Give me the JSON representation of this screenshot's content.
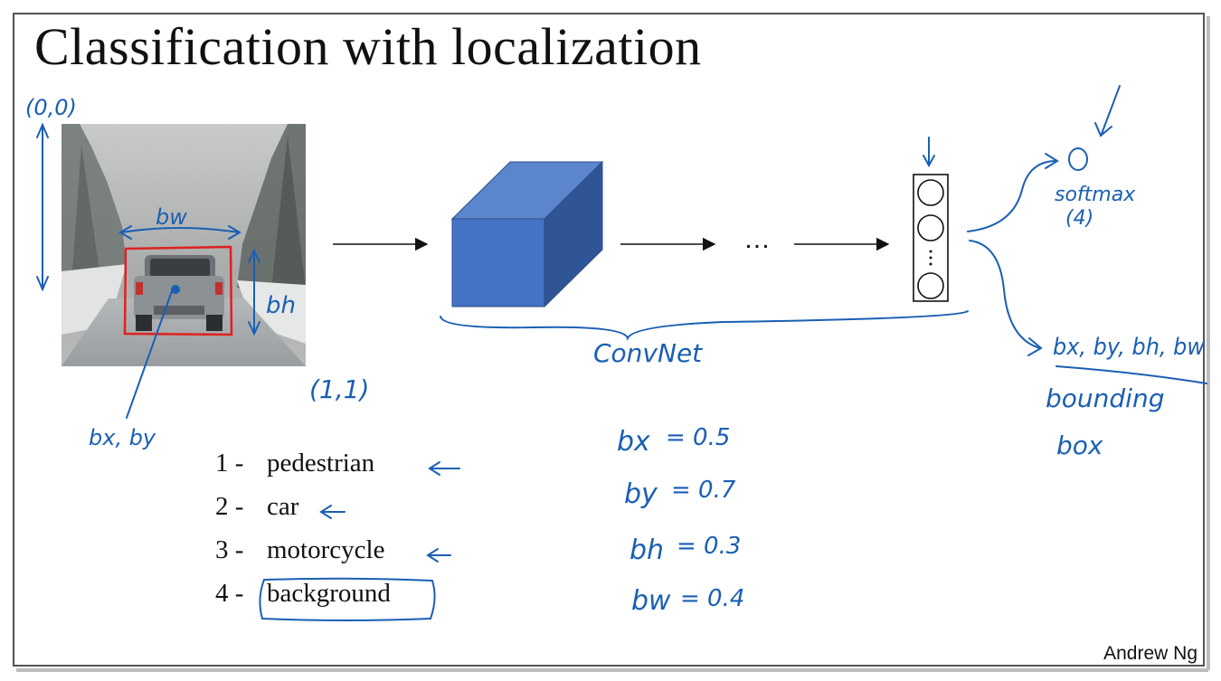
{
  "title": "Classification with localization",
  "author": "Andrew Ng",
  "classes": [
    {
      "num": "1 -",
      "label": "pedestrian"
    },
    {
      "num": "2 -",
      "label": "car"
    },
    {
      "num": "3 -",
      "label": "motorcycle"
    },
    {
      "num": "4 -",
      "label": "background"
    }
  ],
  "ellipsis": "…",
  "annotations": {
    "origin": "(0,0)",
    "corner": "(1,1)",
    "bw": "bw",
    "bh": "bh",
    "bxby": "bx, by",
    "convnet": "ConvNet",
    "softmax": "softmax",
    "softmax_count": "(4)",
    "bbox_outputs": "bx, by, bh, bw",
    "bounding": "bounding",
    "box": "box",
    "values": [
      {
        "name": "bx",
        "value": "= 0.5"
      },
      {
        "name": "by",
        "value": "= 0.7"
      },
      {
        "name": "bh",
        "value": "= 0.3"
      },
      {
        "name": "bw",
        "value": "= 0.4"
      }
    ]
  },
  "colors": {
    "ink": "#1a5fb4",
    "bbox": "#e02020",
    "cube_front": "#4472c4",
    "cube_top": "#5b86cc",
    "cube_side": "#2f5597"
  }
}
